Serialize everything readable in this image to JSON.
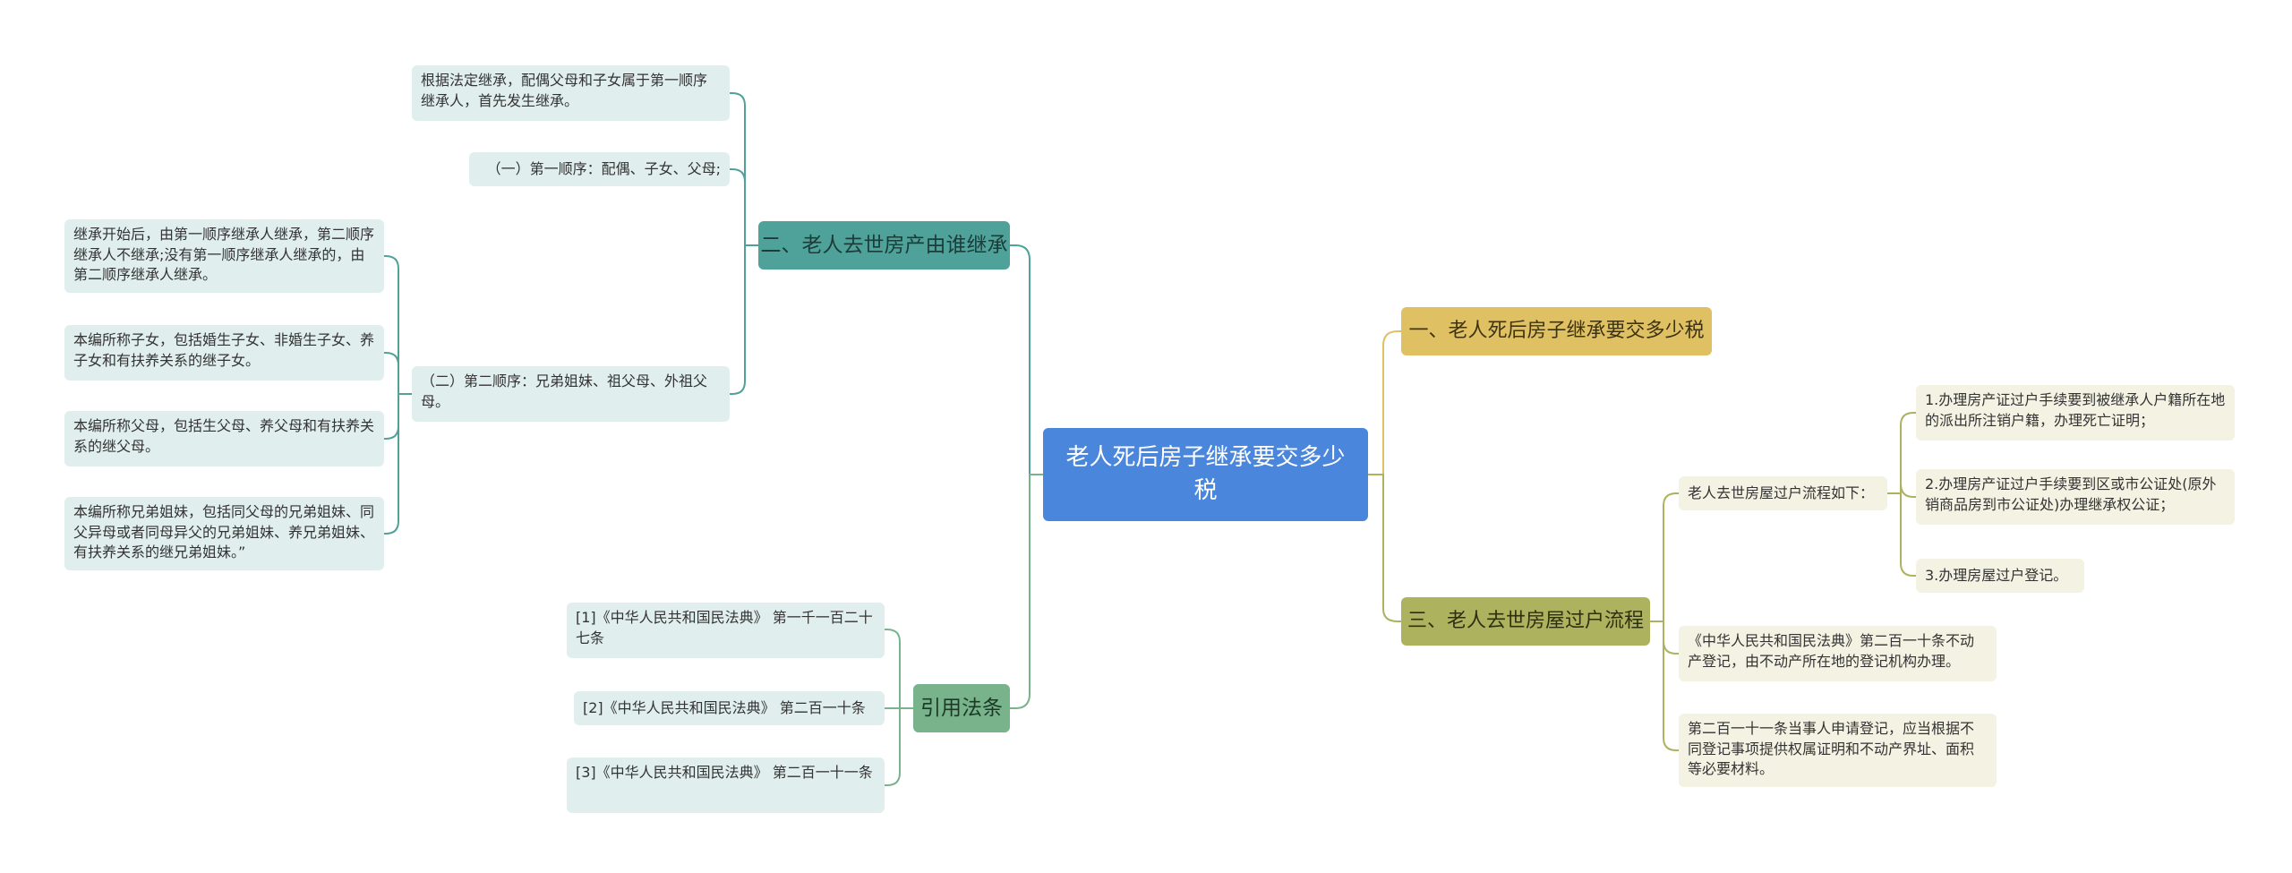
{
  "root": "老人死后房子继承要交多少税",
  "branches": {
    "b2": {
      "label": "二、老人去世房产由谁继承",
      "leaf1": "根据法定继承，配偶父母和子女属于第一顺序继承人，首先发生继承。",
      "leaf2": "（一）第一顺序：配偶、子女、父母;",
      "leaf3": {
        "label": "（二）第二顺序：兄弟姐妹、祖父母、外祖父母。",
        "children": [
          "继承开始后，由第一顺序继承人继承，第二顺序继承人不继承;没有第一顺序继承人继承的，由第二顺序继承人继承。",
          "本编所称子女，包括婚生子女、非婚生子女、养子女和有扶养关系的继子女。",
          "本编所称父母，包括生父母、养父母和有扶养关系的继父母。",
          "本编所称兄弟姐妹，包括同父母的兄弟姐妹、同父异母或者同母异父的兄弟姐妹、养兄弟姐妹、有扶养关系的继兄弟姐妹。”"
        ]
      }
    },
    "ref": {
      "label": "引用法条",
      "children": [
        "[1]《中华人民共和国民法典》 第一千一百二十七条",
        "[2]《中华人民共和国民法典》 第二百一十条",
        "[3]《中华人民共和国民法典》 第二百一十一条"
      ]
    },
    "b1": {
      "label": "一、老人死后房子继承要交多少税"
    },
    "b3": {
      "label": "三、老人去世房屋过户流程",
      "proc": {
        "label": "老人去世房屋过户流程如下：",
        "children": [
          "1.办理房产证过户手续要到被继承人户籍所在地的派出所注销户籍，办理死亡证明；",
          "2.办理房产证过户手续要到区或市公证处(原外销商品房到市公证处)办理继承权公证；",
          "3.办理房屋过户登记。"
        ]
      },
      "law1": "《中华人民共和国民法典》第二百一十条不动产登记，由不动产所在地的登记机构办理。",
      "law2": "第二百一十一条当事人申请登记，应当根据不同登记事项提供权属证明和不动产界址、面积等必要材料。"
    }
  },
  "colors": {
    "root": "#4a86dc",
    "teal_line": "#4fa29a",
    "green_line": "#79b38c",
    "gold_line": "#dfc164",
    "olive_line": "#adb25f"
  }
}
